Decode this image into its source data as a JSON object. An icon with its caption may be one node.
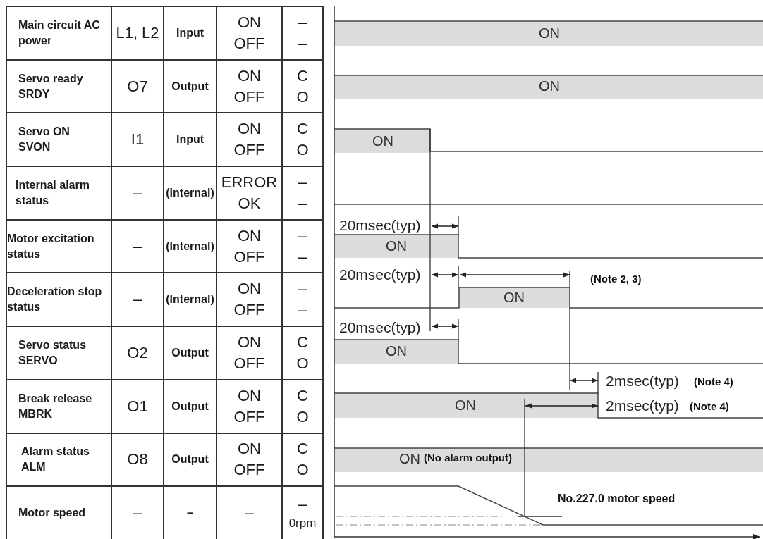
{
  "diagram": {
    "labels": [
      "Main circuit AC power",
      "L1, L2",
      "Input",
      "ON",
      "OFF",
      "–",
      "–",
      "Servo ready SRDY",
      "O7",
      "Output",
      "ON",
      "OFF",
      "C",
      "O",
      "Servo ON SVON",
      "I1",
      "Input",
      "ON",
      "OFF",
      "C",
      "O",
      "Internal alarm status",
      "–",
      "(Internal)",
      "ERROR",
      "OK",
      "–",
      "–",
      "Motor excitation status",
      "–",
      "(Internal)",
      "ON",
      "OFF",
      "–",
      "–",
      "Deceleration stop status",
      "–",
      "(Internal)",
      "ON",
      "OFF",
      "–",
      "–",
      "Servo status SERVO",
      "O2",
      "Output",
      "ON",
      "OFF",
      "C",
      "O",
      "Break release MBRK",
      "O1",
      "Output",
      "ON",
      "OFF",
      "C",
      "O",
      "Alarm status ALM",
      "O8",
      "Output",
      "ON",
      "OFF",
      "C",
      "O",
      "Motor speed",
      "–",
      "–",
      "–",
      "–",
      "0rpm",
      "ON",
      "ON",
      "ON",
      "20msec(typ)",
      "ON",
      "20msec(typ)",
      "(Note 2, 3)",
      "ON",
      "20msec(typ)",
      "ON",
      "2msec(typ)",
      "(Note 4)",
      "ON",
      "2msec(typ)",
      "(Note 4)",
      "ON",
      "(No alarm output)",
      "No.227.0 motor speed"
    ]
  }
}
